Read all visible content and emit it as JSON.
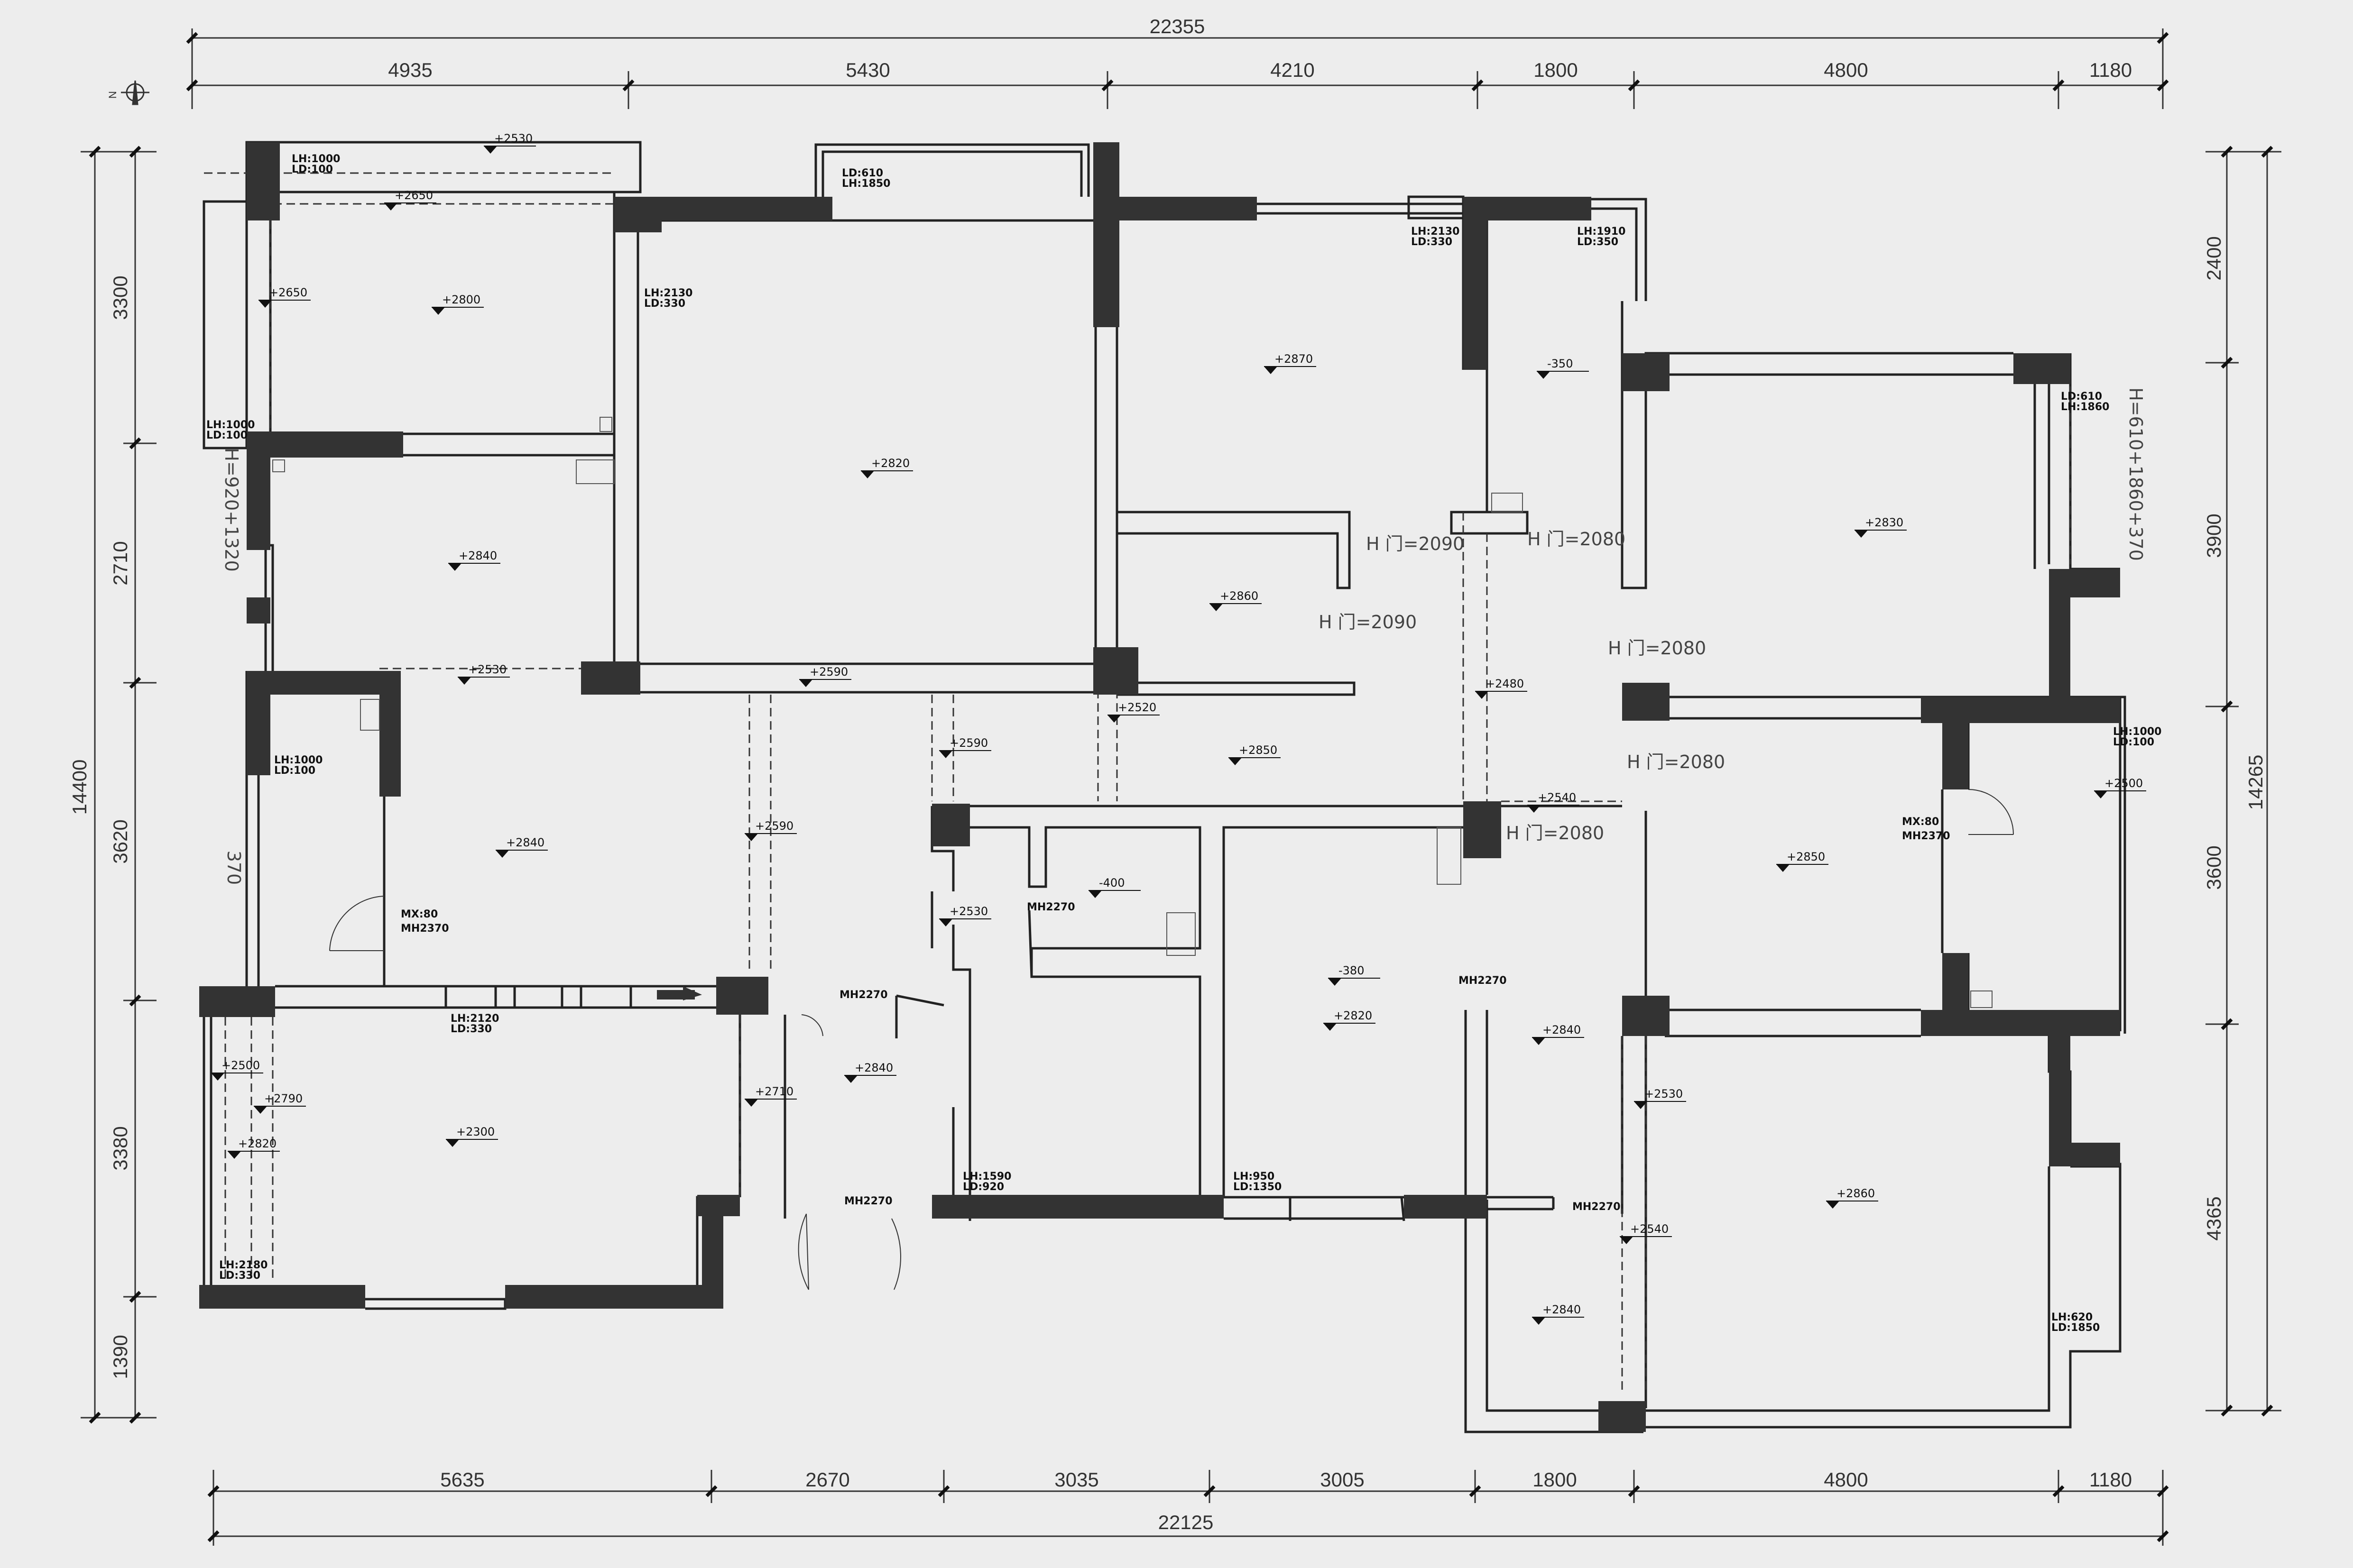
{
  "colors": {
    "wall_solid": "#333333",
    "line": "#222222",
    "background": "#ededed",
    "dim_text": "#333333"
  },
  "icons": [
    "north-arrow-icon",
    "elevation-marker-icon",
    "door-swing-icon",
    "sink-icon"
  ],
  "compass": {
    "label": "N"
  },
  "dimensions": {
    "top_total": "22355",
    "top": [
      "4935",
      "5430",
      "4210",
      "1800",
      "4800",
      "1180"
    ],
    "bottom_total": "22125",
    "bottom": [
      "5635",
      "2670",
      "3035",
      "3005",
      "1800",
      "4800",
      "1180"
    ],
    "left_total": "14400",
    "left": [
      "3300",
      "2710",
      "3620",
      "3380",
      "1390"
    ],
    "right_total": "14265",
    "right": [
      "2400",
      "3900",
      "3600",
      "4365"
    ]
  },
  "side_notes": {
    "left_window_1": "H=920+1320",
    "left_window_2": "370",
    "right_window": "H=610+1860+370"
  },
  "window_labels": [
    {
      "l1": "LH:1000",
      "l2": "LD:100"
    },
    {
      "l1": "LH:1000",
      "l2": "LD:100"
    },
    {
      "l1": "LD:610",
      "l2": "LH:1850"
    },
    {
      "l1": "LH:2130",
      "l2": "LD:330"
    },
    {
      "l1": "LH:2130",
      "l2": "LD:330"
    },
    {
      "l1": "LH:1910",
      "l2": "LD:350"
    },
    {
      "l1": "LD:610",
      "l2": "LH:1860"
    },
    {
      "l1": "LH:1000",
      "l2": "LD:100"
    },
    {
      "l1": "LH:1000",
      "l2": "LD:100"
    },
    {
      "l1": "LH:2120",
      "l2": "LD:330"
    },
    {
      "l1": "LH:2180",
      "l2": "LD:330"
    },
    {
      "l1": "LH:1590",
      "l2": "LD:920"
    },
    {
      "l1": "LH:950",
      "l2": "LD:1350"
    },
    {
      "l1": "LH:620",
      "l2": "LD:1850"
    },
    {
      "l1": "MX:80",
      "l2": "MH2370"
    },
    {
      "l1": "MX:80",
      "l2": "MH2370"
    }
  ],
  "elevations": [
    "+2530",
    "+2650",
    "+2650",
    "+2800",
    "+2820",
    "+2870",
    "-350",
    "+2830",
    "+2840",
    "+2860",
    "+2530",
    "+2590",
    "+2520",
    "+2850",
    "+2480",
    "+2590",
    "+2840",
    "-400",
    "+2530",
    "+2540",
    "+2850",
    "+2590",
    "+2500",
    "+2500",
    "+2790",
    "+2820",
    "+2300",
    "+2710",
    "+2840",
    "-380",
    "+2820",
    "+2840",
    "+2530",
    "+2860",
    "+2540",
    "+2840"
  ],
  "door_heights": [
    "H 门=2090",
    "H 门=2080",
    "H 门=2090",
    "H 门=2080",
    "H 门=2080",
    "H 门=2080"
  ],
  "mh_labels": [
    "MH2270",
    "MH2270",
    "MH2270",
    "MH2270",
    "MH2270"
  ]
}
